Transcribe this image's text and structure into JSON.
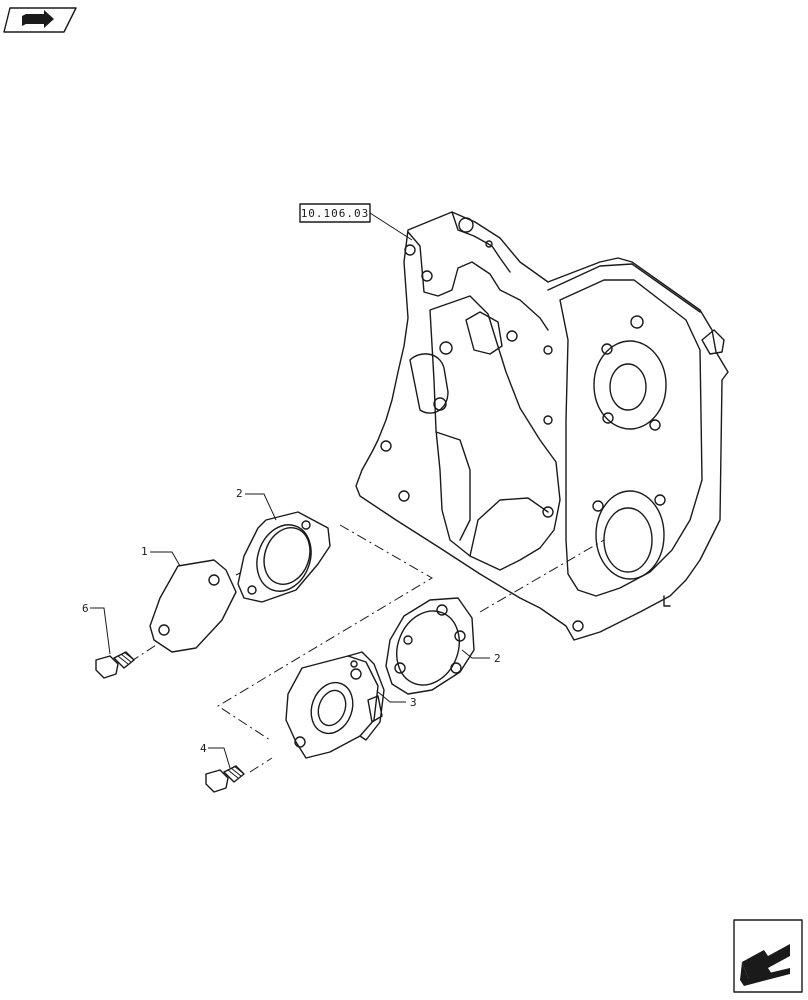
{
  "reference": {
    "label": "10.106.03"
  },
  "callouts": {
    "c1": "1",
    "c2a": "2",
    "c2b": "2",
    "c3": "3",
    "c4": "4",
    "c6": "6"
  },
  "icons": {
    "top_left": "book-arrow-icon",
    "bottom_right": "next-page-arrow-icon"
  }
}
